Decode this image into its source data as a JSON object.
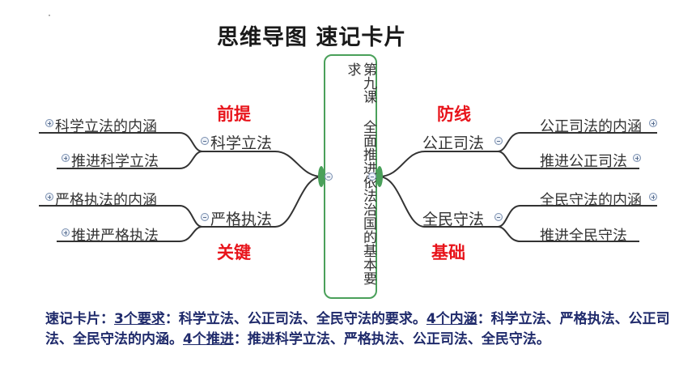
{
  "title": "思维导图 速记卡片",
  "center": "第九课 全面推进依法治国的基本要求",
  "left": {
    "top": {
      "label": "科学立法",
      "tag": "前提",
      "children": [
        "科学立法的内涵",
        "推进科学立法"
      ]
    },
    "bottom": {
      "label": "严格执法",
      "tag": "关键",
      "children": [
        "严格执法的内涵",
        "推进严格执法"
      ]
    }
  },
  "right": {
    "top": {
      "label": "公正司法",
      "tag": "防线",
      "children": [
        "公正司法的内涵",
        "推进公正司法"
      ]
    },
    "bottom": {
      "label": "全民守法",
      "tag": "基础",
      "children": [
        "全民守法的内涵",
        "推进全民守法"
      ]
    }
  },
  "summary": {
    "lead": "速记卡片：",
    "k1": "3个要求",
    "t1": "：科学立法、公正司法、全民守法的要求。",
    "k2": "4个内涵",
    "t2": "：科学立法、严格执法、公正司法、全民守法的内涵。",
    "k3": "4个推进",
    "t3": "：推进科学立法、严格执法、公正司法、全民守法。"
  },
  "colors": {
    "line": "#333333",
    "center_border": "#4aa05a",
    "tag": "#e8141b",
    "summary": "#1f2a6b"
  }
}
